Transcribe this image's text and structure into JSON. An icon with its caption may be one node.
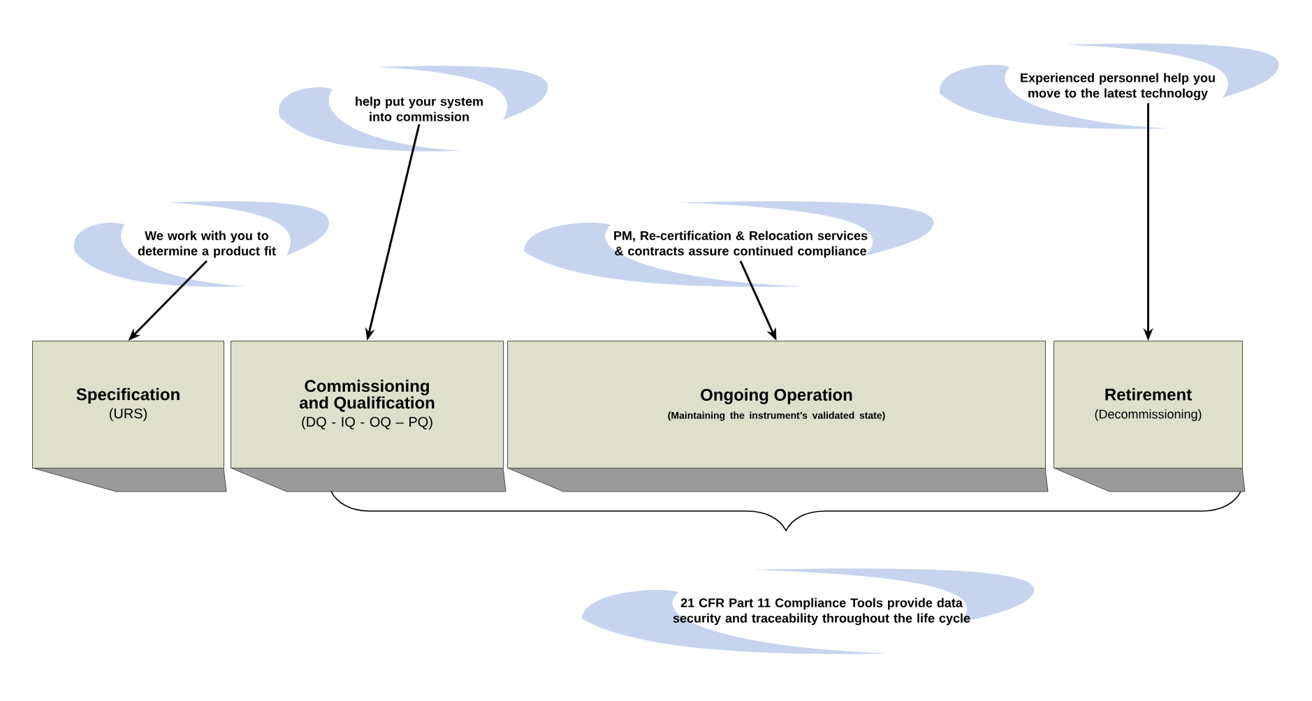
{
  "diagram": {
    "nodes": [
      {
        "text": [
          "We work with you to determine a product fit"
        ]
      },
      {
        "text": [
          "help put your system into commission"
        ]
      },
      {
        "text": [
          "PM, Re-certification & Relocation services & contracts assure continued compliance"
        ]
      },
      {
        "text": [
          "Experienced personnel help you move to the latest technology"
        ]
      },
      {
        "text": [
          "Specification",
          "(URS)"
        ]
      },
      {
        "text": [
          "Commissioning and Qualification",
          "(DQ - IQ - OQ – PQ)"
        ]
      },
      {
        "text": [
          "Ongoing Operation",
          "(Maintaining the instrument’s validated state)"
        ]
      },
      {
        "text": [
          "Retirement",
          "(Decommissioning)"
        ]
      },
      {
        "text": [
          "21 CFR Part 11 Compliance Tools provide data security and traceability throughout the life cycle"
        ]
      }
    ],
    "edges": [
      {
        "from": 0,
        "to": 4,
        "arrow": "to"
      },
      {
        "from": 1,
        "to": 5,
        "arrow": "to"
      },
      {
        "from": 2,
        "to": 6,
        "arrow": "to"
      },
      {
        "from": 3,
        "to": 7,
        "arrow": "to"
      }
    ]
  }
}
